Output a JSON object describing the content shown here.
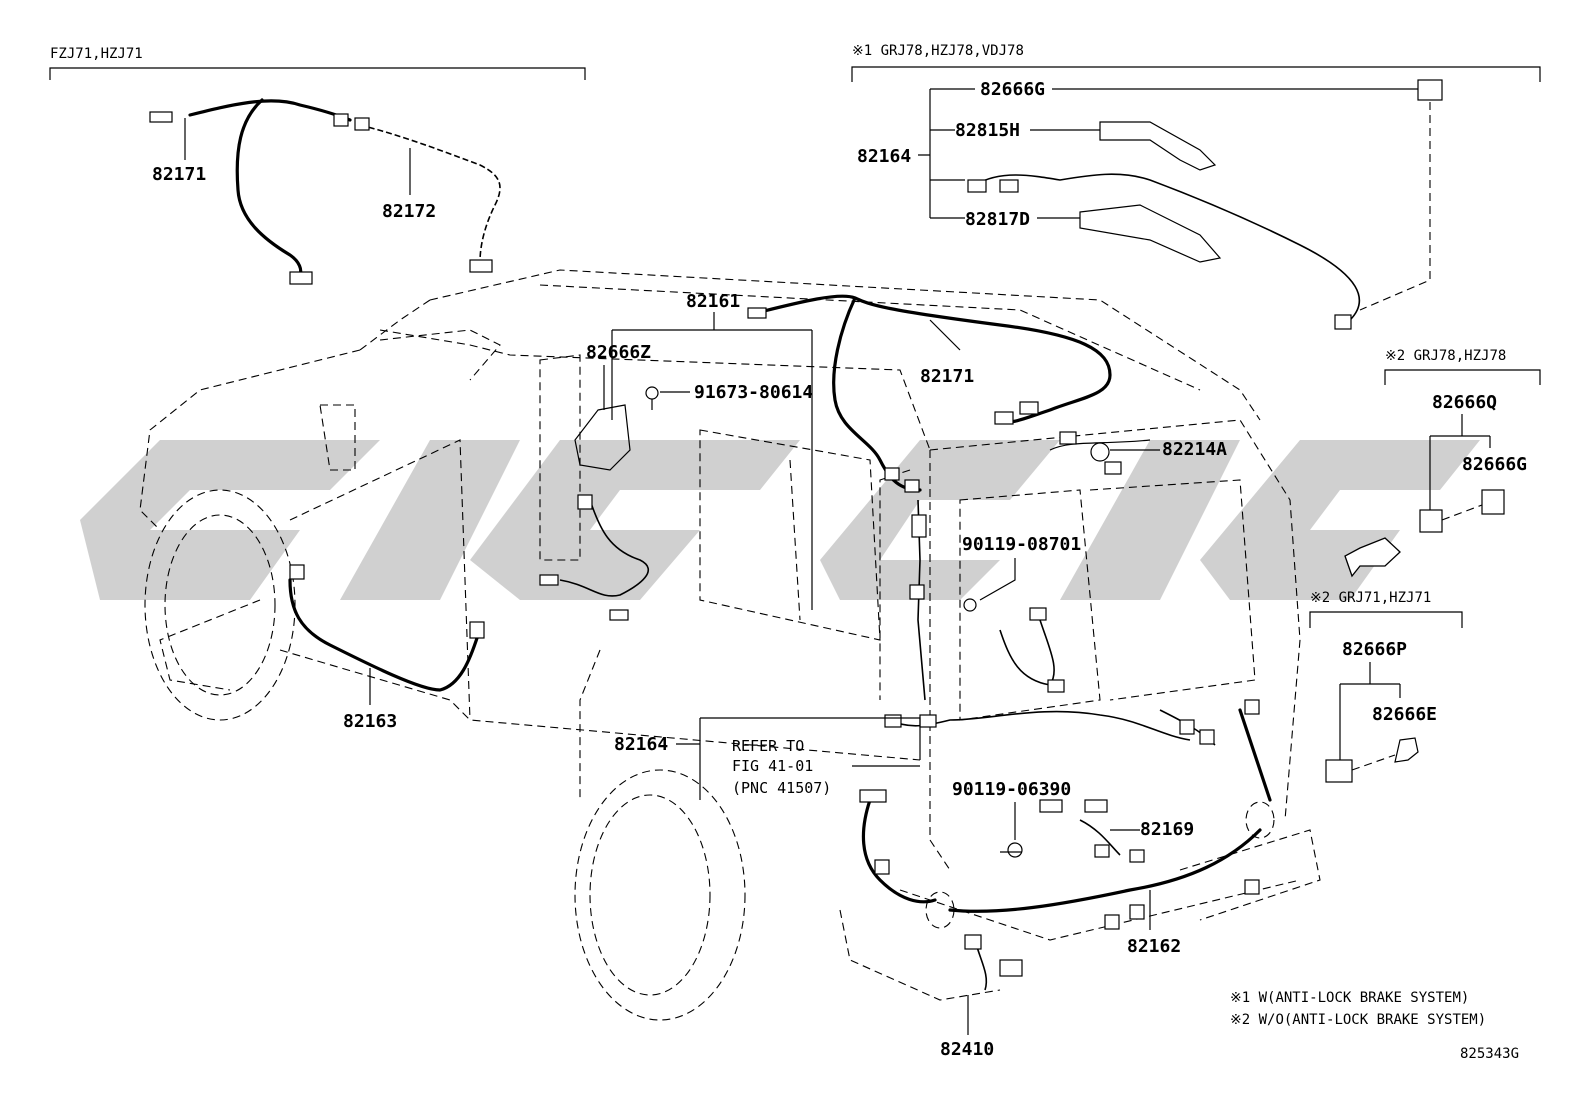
{
  "variants": {
    "top_left": "FZJ71,HZJ71",
    "top_right": "※1 GRJ78,HZJ78,VDJ78",
    "right_mid": "※2 GRJ78,HZJ78",
    "right_lower": "※2 GRJ71,HZJ71"
  },
  "parts": {
    "p82171_top": "82171",
    "p82172": "82172",
    "p82666G_top": "82666G",
    "p82815H": "82815H",
    "p82164_top": "82164",
    "p82817D": "82817D",
    "p82161": "82161",
    "p82666Z": "82666Z",
    "p91673": "91673-80614",
    "p82171_mid": "82171",
    "p82214A": "82214A",
    "p82666Q": "82666Q",
    "p82666G_right": "82666G",
    "p90119_08701": "90119-08701",
    "p82666P": "82666P",
    "p82666E": "82666E",
    "p82163": "82163",
    "p82164_bottom": "82164",
    "p90119_06390": "90119-06390",
    "p82169": "82169",
    "p82162": "82162",
    "p82410": "82410"
  },
  "refer": {
    "line1": "REFER TO",
    "line2": "FIG 41-01",
    "line3": "(PNC 41507)"
  },
  "notes": {
    "note1": "※1 W(ANTI-LOCK BRAKE SYSTEM)",
    "note2": "※2 W/O(ANTI-LOCK BRAKE SYSTEM)"
  },
  "figure_code": "825343G"
}
